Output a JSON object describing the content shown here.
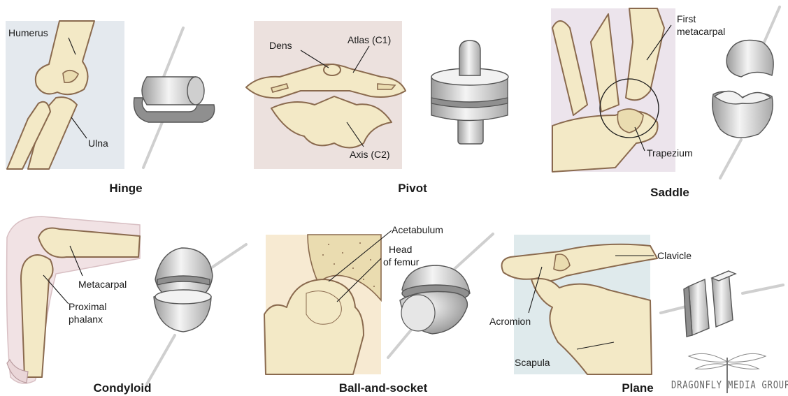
{
  "joints": [
    {
      "caption": "Hinge",
      "labels": [
        "Humerus",
        "Ulna"
      ]
    },
    {
      "caption": "Pivot",
      "labels": [
        "Dens",
        "Atlas (C1)",
        "Axis (C2)"
      ]
    },
    {
      "caption": "Saddle",
      "labels": [
        "First",
        "metacarpal",
        "Trapezium"
      ]
    },
    {
      "caption": "Condyloid",
      "labels": [
        "Metacarpal",
        "Proximal",
        "phalanx"
      ]
    },
    {
      "caption": "Ball-and-socket",
      "labels": [
        "Acetabulum",
        "Head",
        "of femur"
      ]
    },
    {
      "caption": "Plane",
      "labels": [
        "Clavicle",
        "Acromion",
        "Scapula"
      ]
    }
  ],
  "logo_text": "DRAGONFLY MEDIA GROUP",
  "colors": {
    "bone_fill": "#f3e9c6",
    "bone_outline": "#8a6a4e",
    "panel_blue": "#e4e9ee",
    "panel_pink": "#ece1de",
    "panel_lavender": "#ece4ec",
    "panel_peach": "#f7ead2",
    "panel_teal": "#dfeaec"
  }
}
